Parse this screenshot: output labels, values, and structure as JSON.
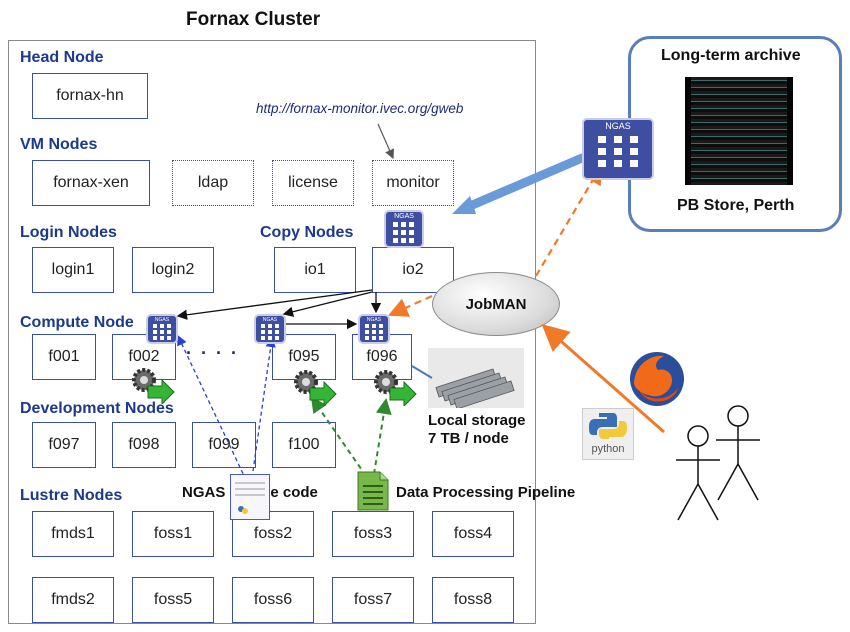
{
  "diagram": {
    "title": "Fornax Cluster",
    "sections": {
      "head": "Head Node",
      "vm": "VM Nodes",
      "login": "Login Nodes",
      "copy": "Copy Nodes",
      "compute": "Compute Node",
      "development": "Development Nodes",
      "lustre": "Lustre Nodes"
    },
    "nodes": {
      "head": "fornax-hn",
      "vm": [
        "fornax-xen",
        "ldap",
        "license",
        "monitor"
      ],
      "login": [
        "login1",
        "login2"
      ],
      "copy": [
        "io1",
        "io2"
      ],
      "compute": [
        "f001",
        "f002",
        "f095",
        "f096"
      ],
      "compute_ellipsis": "· · · ·",
      "development": [
        "f097",
        "f098",
        "f099",
        "f100"
      ],
      "lustre_row1": [
        "fmds1",
        "foss1",
        "foss2",
        "foss3",
        "foss4"
      ],
      "lustre_row2": [
        "fmds2",
        "foss5",
        "foss6",
        "foss7",
        "foss8"
      ]
    },
    "monitor_url": "http://fornax-monitor.ivec.org/gweb",
    "archive": {
      "title": "Long-term archive",
      "caption": "PB Store, Perth"
    },
    "jobman": "JobMAN",
    "local_storage": {
      "line1": "Local storage",
      "line2": "7 TB / node"
    },
    "ngas_source": "NGAS source code",
    "pipeline": "Data Processing Pipeline",
    "ngas_badge": "NGAS",
    "python_label": "python",
    "colors": {
      "section_text": "#1c3a8c",
      "node_border": "#3a4fa8",
      "archive_border": "#5a7fb8",
      "ngas_fill": "#3e4ea1",
      "orange_arrow": "#f07a28",
      "blue_arrow": "#6a9bd8",
      "blue_dashed": "#2a3fd8",
      "green_dashed": "#2f8a2f"
    }
  }
}
